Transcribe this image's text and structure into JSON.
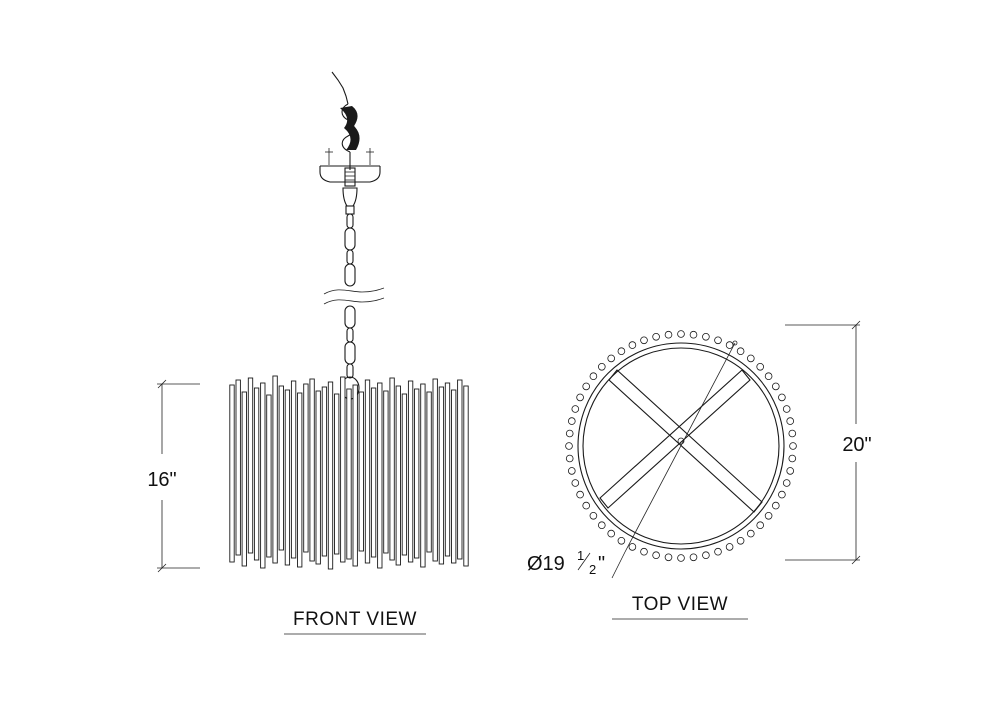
{
  "front_view": {
    "label": "FRONT VIEW",
    "height_dimension": "16\""
  },
  "top_view": {
    "label": "TOP VIEW",
    "height_dimension": "20\"",
    "diameter_prefix": "Ø19",
    "diameter_fraction_num": "1",
    "diameter_fraction_den": "2",
    "diameter_unit": "\""
  },
  "icons": [
    "power-cord-icon",
    "canopy-icon",
    "chain-icon",
    "break-line-icon"
  ]
}
